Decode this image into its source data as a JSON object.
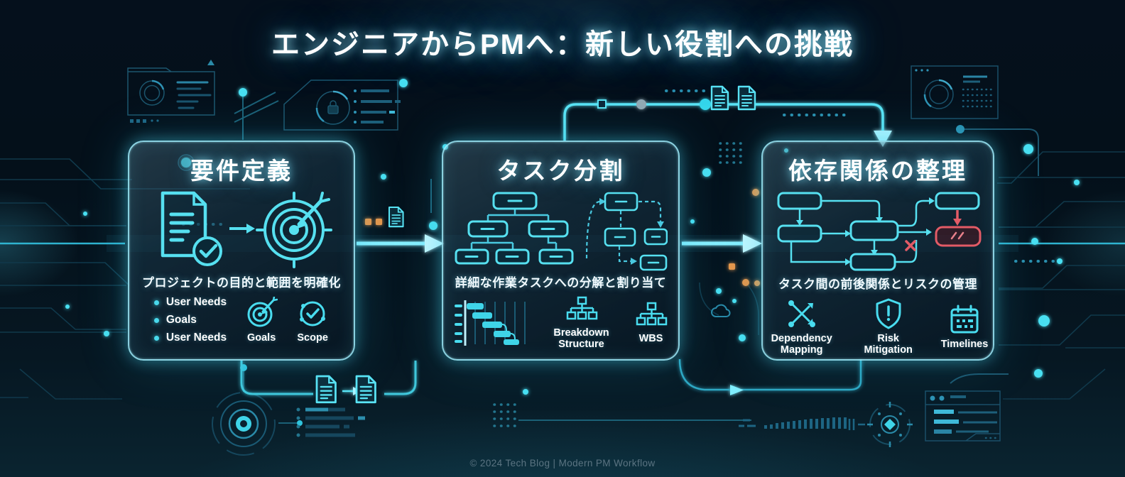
{
  "main_title": "エンジニアからPMへ：新しい役割への挑戦",
  "footer": {
    "text": "© 2024 Tech Blog | Modern PM Workflow"
  },
  "colors": {
    "accent_cyan": "#49e0f2",
    "glow_cyan": "#8ff1ff",
    "orange": "#e8964a",
    "alert_red": "#e25b66",
    "background": "#040a12",
    "panel_border": "#9feeff"
  },
  "panels": [
    {
      "id": "requirements",
      "title": "要件定義",
      "caption": "プロジェクトの目的と範囲を明確化",
      "icons": [
        "document-check-icon",
        "arrow-right-icon",
        "target-dart-icon"
      ],
      "bullets": [
        "User Needs",
        "Goals",
        "User Needs"
      ],
      "items": [
        {
          "icon": "goals-target-icon",
          "label": "Goals"
        },
        {
          "icon": "scope-check-icon",
          "label": "Scope"
        }
      ]
    },
    {
      "id": "task-split",
      "title": "タスク分割",
      "caption": "詳細な作業タスクへの分解と割り当て",
      "icons": [
        "org-tree-icon",
        "dashed-flow-icon"
      ],
      "items": [
        {
          "icon": "gantt-chart-icon",
          "label": ""
        },
        {
          "icon": "breakdown-tree-icon",
          "label": "Breakdown Structure"
        },
        {
          "icon": "wbs-tree-icon",
          "label": "WBS"
        }
      ]
    },
    {
      "id": "dependencies",
      "title": "依存関係の整理",
      "caption": "タスク間の前後関係とリスクの管理",
      "icons": [
        "dependency-graph-icon",
        "blocked-task-icon"
      ],
      "items": [
        {
          "icon": "dependency-mapping-icon",
          "label": "Dependency Mapping"
        },
        {
          "icon": "risk-shield-icon",
          "label": "Risk Mitigation"
        },
        {
          "icon": "timelines-calendar-icon",
          "label": "Timelines"
        }
      ]
    }
  ]
}
